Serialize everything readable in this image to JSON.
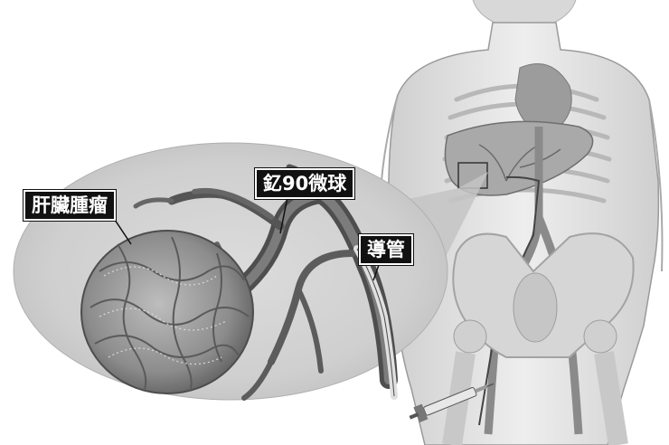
{
  "labels": {
    "liver_tumor": "肝臟腫瘤",
    "yttrium90_microspheres": "釔90微球",
    "catheter": "導管"
  },
  "colors": {
    "label_background": "#111111",
    "label_text": "#ffffff",
    "magnify_ellipse": "#c9c9c9",
    "body_fill": "#e6e6e6"
  },
  "icons": [
    "syringe-icon"
  ]
}
